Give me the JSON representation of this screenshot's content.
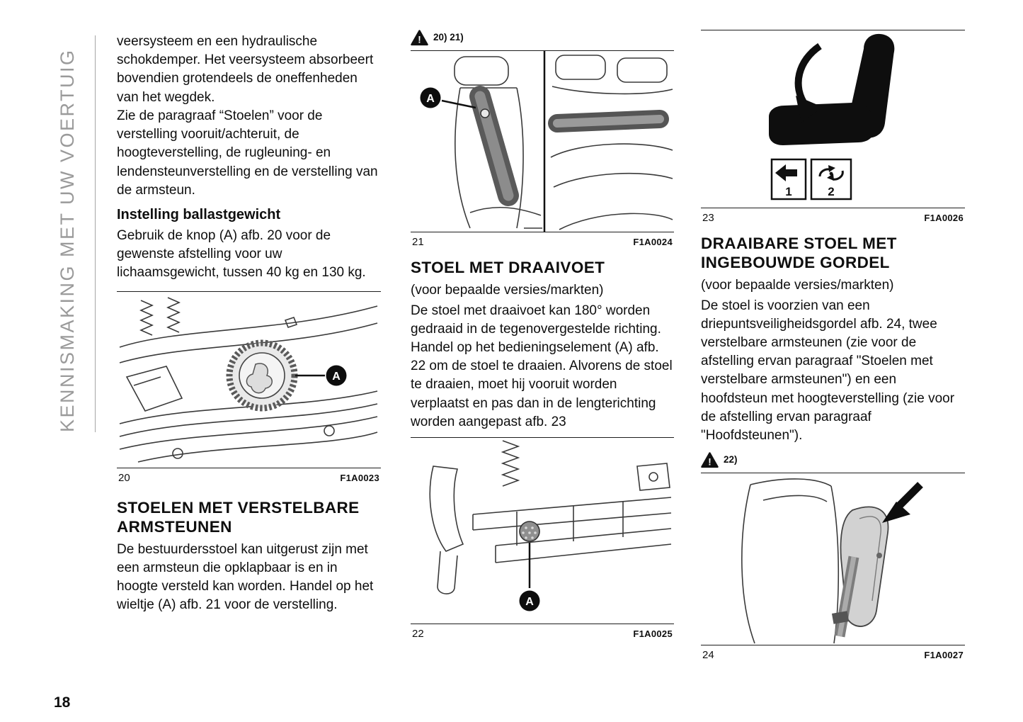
{
  "page": {
    "number": "18"
  },
  "sidebar": {
    "title": "KENNISMAKING MET UW VOERTUIG"
  },
  "warning": {
    "glyph": "!"
  },
  "col1": {
    "para1": "veersysteem en een hydraulische schokdemper. Het veersysteem absorbeert bovendien grotendeels de oneffenheden van het wegdek.",
    "para2": "Zie de paragraaf “Stoelen” voor de verstelling vooruit/achteruit, de hoogteverstelling, de rugleuning- en lendensteunverstelling en de verstelling van de armsteun.",
    "heading_small": "Instelling ballastgewicht",
    "para3": "Gebruik de knop (A) afb. 20 voor de gewenste afstelling voor uw lichaamsgewicht, tussen 40 kg en 130 kg.",
    "heading_big": "STOELEN MET VERSTELBARE ARMSTEUNEN",
    "para4": "De bestuurdersstoel kan uitgerust zijn met een armsteun die opklapbaar is en in hoogte versteld kan worden. Handel op het wieltje (A) afb. 21 voor de verstelling."
  },
  "col2": {
    "refs": "20) 21)",
    "heading": "STOEL MET DRAAIVOET",
    "subnote": "(voor bepaalde versies/markten)",
    "para": "De stoel met draaivoet kan 180° worden gedraaid in de tegenovergestelde richting. Handel op het bedieningselement (A) afb. 22 om de stoel te draaien. Alvorens de stoel te draaien, moet hij vooruit worden verplaatst en pas dan in de lengterichting worden aangepast afb. 23"
  },
  "col3": {
    "heading": "DRAAIBARE STOEL MET INGEBOUWDE GORDEL",
    "subnote": "(voor bepaalde versies/markten)",
    "para": "De stoel is voorzien van een driepuntsveiligheidsgordel afb. 24, twee verstelbare armsteunen (zie voor de afstelling ervan paragraaf \"Stoelen met verstelbare armsteunen\") en een hoofdsteun met hoogteverstelling (zie voor de afstelling ervan paragraaf \"Hoofdsteunen\").",
    "refs": "22)"
  },
  "figures": {
    "fig20": {
      "number": "20",
      "code": "F1A0023",
      "marker": "A"
    },
    "fig21": {
      "number": "21",
      "code": "F1A0024",
      "marker": "A"
    },
    "fig22": {
      "number": "22",
      "code": "F1A0025",
      "marker": "A"
    },
    "fig23": {
      "number": "23",
      "code": "F1A0026",
      "box1": "1",
      "box2": "2"
    },
    "fig24": {
      "number": "24",
      "code": "F1A0027"
    }
  }
}
